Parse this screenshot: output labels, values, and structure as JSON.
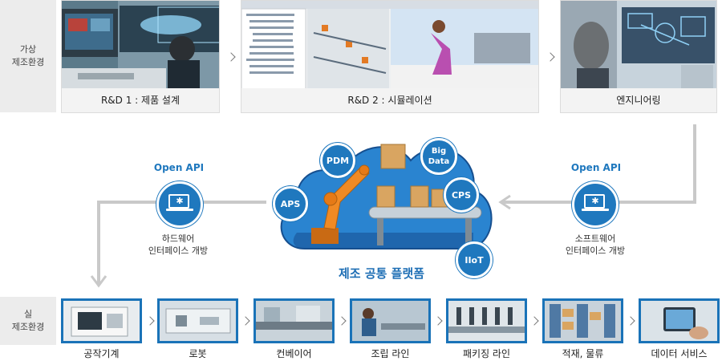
{
  "rows": {
    "virtual": [
      "가상",
      "제조환경"
    ],
    "real": [
      "실",
      "제조환경"
    ]
  },
  "top_panels": [
    {
      "label": "R&D 1 : 제품 설계",
      "icon": "engineer-cad-workstation-photo"
    },
    {
      "label": "R&D 2 : 시뮬레이션",
      "icon": "factory-simulation-screenshot"
    },
    {
      "label": "엔지니어링",
      "icon": "engineer-hologram-photo"
    }
  ],
  "interfaces": {
    "hardware": {
      "title": "Open API",
      "desc": [
        "하드웨어",
        "인터페이스 개방"
      ],
      "icon": "laptop-gear-icon"
    },
    "software": {
      "title": "Open API",
      "desc": [
        "소프트웨어",
        "인터페이스 개방"
      ],
      "icon": "laptop-gear-icon"
    }
  },
  "platform": {
    "title": "제조 공통 플랫폼",
    "badges": [
      "PDM",
      "Big Data",
      "APS",
      "CPS",
      "IIoT"
    ],
    "colors": {
      "cloud": "#2a84d0",
      "cloud_dark": "#164f8f",
      "robot": "#f08a24",
      "accent": "#1f78be"
    }
  },
  "bottom_items": [
    {
      "label": "공작기계",
      "icon": "machine-tool-photo"
    },
    {
      "label": "로봇",
      "icon": "robot-cell-photo"
    },
    {
      "label": "컨베이어",
      "icon": "conveyor-photo"
    },
    {
      "label": "조립 라인",
      "icon": "assembly-line-photo"
    },
    {
      "label": "패키징 라인",
      "icon": "packaging-line-photo"
    },
    {
      "label": "적재, 물류",
      "icon": "warehouse-photo"
    },
    {
      "label": "데이터 서비스",
      "icon": "tablet-data-photo"
    }
  ]
}
